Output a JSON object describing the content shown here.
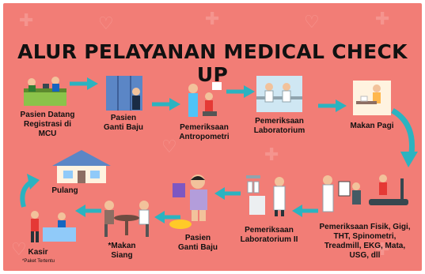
{
  "title": "ALUR PELAYANAN MEDICAL CHECK UP",
  "steps": [
    {
      "label_1": "Pasien Datang",
      "label_2": "Registrasi di MCU"
    },
    {
      "label_1": "Pasien",
      "label_2": "Ganti Baju"
    },
    {
      "label_1": "Pemeriksaan",
      "label_2": "Antropometri"
    },
    {
      "label_1": "Pemeriksaan",
      "label_2": "Laboratorium"
    },
    {
      "label_1": "Makan Pagi"
    },
    {
      "label_1": "Pemeriksaan Fisik, Gigi,",
      "label_2": "THT, Spinometri,",
      "label_3": "Treadmill, EKG, Mata,",
      "label_4": "USG, dll"
    },
    {
      "label_1": "Pemeriksaan",
      "label_2": "Laboratorium II"
    },
    {
      "label_1": "Pasien",
      "label_2": "Ganti Baju"
    },
    {
      "label_1": "*Makan",
      "label_2": "Siang"
    },
    {
      "label_1": "Kasir"
    },
    {
      "label_1": "Pulang"
    }
  ],
  "footnote": "*Paket Tertentu",
  "colors": {
    "background": "#f27d76",
    "arrow": "#2bb3c0",
    "text": "#111111"
  }
}
